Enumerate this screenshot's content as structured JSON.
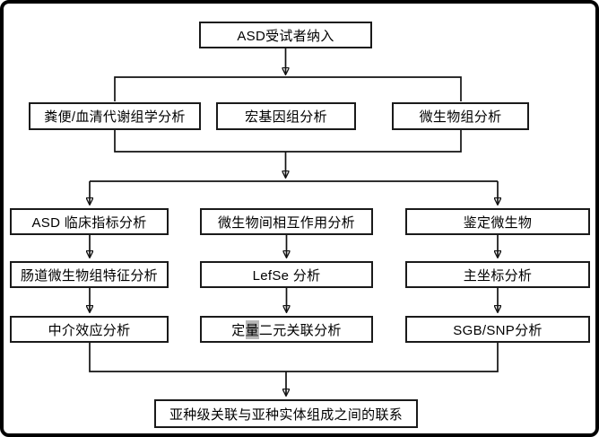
{
  "colors": {
    "frame_border": "#000000",
    "box_border": "#1a1a1a",
    "box_background": "#ffffff",
    "line": "#121212",
    "text": "#000000",
    "char_highlight": "#b8b8b8"
  },
  "flowchart": {
    "top": {
      "label": "ASD受试者纳入"
    },
    "level2": [
      {
        "label": "粪便/血清代谢组学分析"
      },
      {
        "label": "宏基因组分析"
      },
      {
        "label": "微生物组分析"
      }
    ],
    "columns": {
      "left": [
        {
          "label": "ASD 临床指标分析"
        },
        {
          "label": "肠道微生物组特征分析"
        },
        {
          "label": "中介效应分析"
        }
      ],
      "middle": [
        {
          "label": "微生物间相互作用分析"
        },
        {
          "label": "LefSe 分析"
        },
        {
          "label": "定量二元关联分析",
          "highlight_parts": {
            "pre": "定",
            "highlighted": "量",
            "post": "二元关联分析"
          }
        }
      ],
      "right": [
        {
          "label": "鉴定微生物"
        },
        {
          "label": "主坐标分析"
        },
        {
          "label": "SGB/SNP分析"
        }
      ]
    },
    "bottom": {
      "label": "亚种级关联与亚种实体组成之间的联系"
    }
  }
}
